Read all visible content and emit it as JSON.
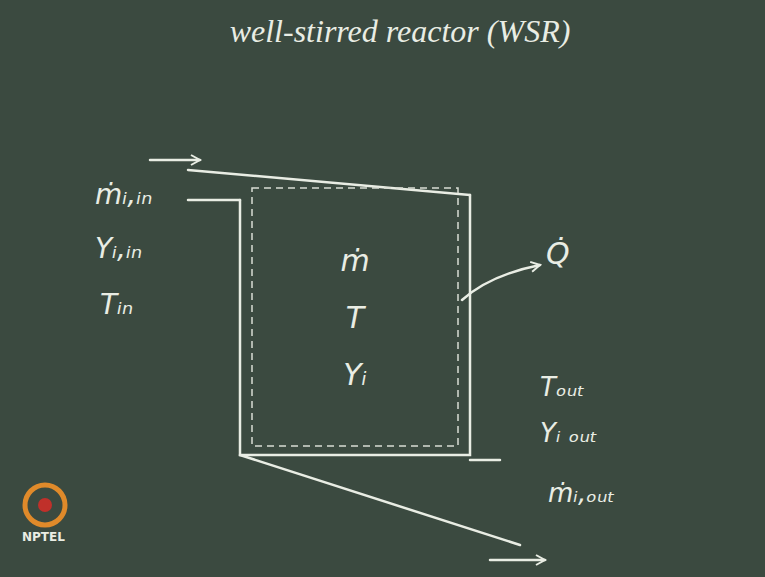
{
  "diagram": {
    "title": "well-stirred reactor (WSR)",
    "nodes": [
      {
        "text": [
          "ṁ",
          "T",
          "Yᵢ"
        ]
      }
    ],
    "labels": [
      "ṁᵢ,ᵢₙ",
      "Yᵢ,ᵢₙ",
      "Tᵢₙ",
      "Q̇",
      "Tₒᵤₜ",
      "Yᵢ ₒᵤₜ",
      "ṁᵢ,ₒᵤₜ",
      "NPTEL"
    ]
  }
}
